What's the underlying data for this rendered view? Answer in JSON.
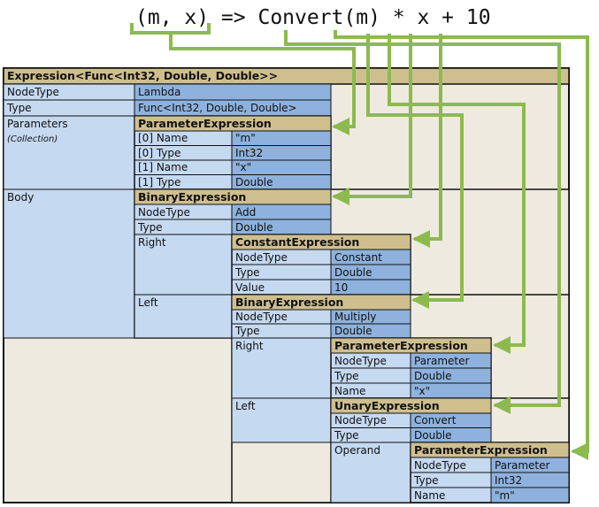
{
  "code_line": "(m, x) => Convert(m) * x + 10",
  "colors": {
    "header": "#cfbf8f",
    "value": "#8eb2dd",
    "label": "#c5d9f1",
    "background": "#eeeae0",
    "arrow": "#8cba4f",
    "border": "#111111"
  },
  "root": {
    "title": "Expression<Func<Int32, Double, Double>>",
    "node_type_label": "NodeType",
    "node_type_value": "Lambda",
    "type_label": "Type",
    "type_value": "Func<Int32, Double, Double>",
    "parameters_label": "Parameters",
    "parameters_note": "(Collection)",
    "body_label": "Body"
  },
  "parameters": {
    "title": "ParameterExpression",
    "rows": [
      {
        "label": "[0] Name",
        "value": "\"m\""
      },
      {
        "label": "[0] Type",
        "value": "Int32"
      },
      {
        "label": "[1] Name",
        "value": "\"x\""
      },
      {
        "label": "[1] Type",
        "value": "Double"
      }
    ]
  },
  "body": {
    "title": "BinaryExpression",
    "rows": [
      {
        "label": "NodeType",
        "value": "Add"
      },
      {
        "label": "Type",
        "value": "Double"
      }
    ],
    "right_label": "Right",
    "left_label": "Left"
  },
  "constant": {
    "title": "ConstantExpression",
    "rows": [
      {
        "label": "NodeType",
        "value": "Constant"
      },
      {
        "label": "Type",
        "value": "Double"
      },
      {
        "label": "Value",
        "value": "10"
      }
    ]
  },
  "multiply": {
    "title": "BinaryExpression",
    "rows": [
      {
        "label": "NodeType",
        "value": "Multiply"
      },
      {
        "label": "Type",
        "value": "Double"
      }
    ],
    "right_label": "Right",
    "left_label": "Left"
  },
  "param_x": {
    "title": "ParameterExpression",
    "rows": [
      {
        "label": "NodeType",
        "value": "Parameter"
      },
      {
        "label": "Type",
        "value": "Double"
      },
      {
        "label": "Name",
        "value": "\"x\""
      }
    ]
  },
  "unary": {
    "title": "UnaryExpression",
    "rows": [
      {
        "label": "NodeType",
        "value": "Convert"
      },
      {
        "label": "Type",
        "value": "Double"
      }
    ],
    "operand_label": "Operand"
  },
  "param_m": {
    "title": "ParameterExpression",
    "rows": [
      {
        "label": "NodeType",
        "value": "Parameter"
      },
      {
        "label": "Type",
        "value": "Int32"
      },
      {
        "label": "Name",
        "value": "\"m\""
      }
    ]
  }
}
